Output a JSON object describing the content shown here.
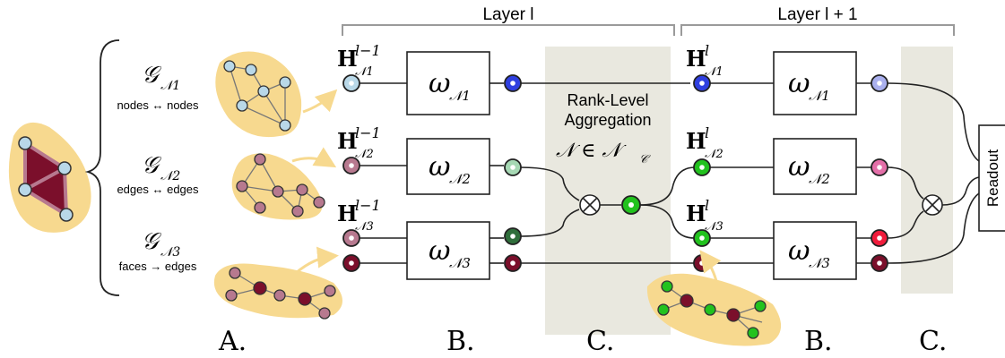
{
  "layers": {
    "layer_l": "Layer l",
    "layer_l1": "Layer l + 1"
  },
  "neighborhoods": [
    {
      "symbol": "𝒢",
      "sub": "𝒩1",
      "caption": "nodes ↔ nodes"
    },
    {
      "symbol": "𝒢",
      "sub": "𝒩2",
      "caption": "edges ↔ edges"
    },
    {
      "symbol": "𝒢",
      "sub": "𝒩3",
      "caption": "faces → edges"
    }
  ],
  "h_inputs": [
    {
      "base": "H",
      "sup": "l−1",
      "sub": "𝒩1"
    },
    {
      "base": "H",
      "sup": "l−1",
      "sub": "𝒩2"
    },
    {
      "base": "H",
      "sup": "l−1",
      "sub": "𝒩3"
    }
  ],
  "h_mid": [
    {
      "base": "H",
      "sup": "l",
      "sub": "𝒩1"
    },
    {
      "base": "H",
      "sup": "l",
      "sub": "𝒩2"
    },
    {
      "base": "H",
      "sup": "l",
      "sub": "𝒩3"
    }
  ],
  "omega_blocks": [
    {
      "base": "ω",
      "sub": "𝒩1"
    },
    {
      "base": "ω",
      "sub": "𝒩2"
    },
    {
      "base": "ω",
      "sub": "𝒩3"
    }
  ],
  "aggregation": {
    "line1": "Rank-Level",
    "line2": "Aggregation",
    "formula_left": "𝒩 ∈ 𝒩",
    "formula_sub": "𝒞"
  },
  "readout": "Readout",
  "section_labels": [
    "A.",
    "B.",
    "C.",
    "B.",
    "C."
  ],
  "colors": {
    "blob": "#f7d98f",
    "panel": "#e9e8df",
    "node_light_blue": "#b9d8e8",
    "node_mauve": "#b7798f",
    "node_dark_red": "#7b0f2b",
    "node_blue": "#2f3fe0",
    "node_light_green": "#a6d8b4",
    "node_dark_green": "#2f6e3b",
    "node_green": "#22c21e",
    "node_lavender": "#aab0ee",
    "node_pink": "#e36fa8",
    "node_red": "#f01c3c"
  },
  "symbols": {
    "aggregate_icon": "⊗"
  }
}
